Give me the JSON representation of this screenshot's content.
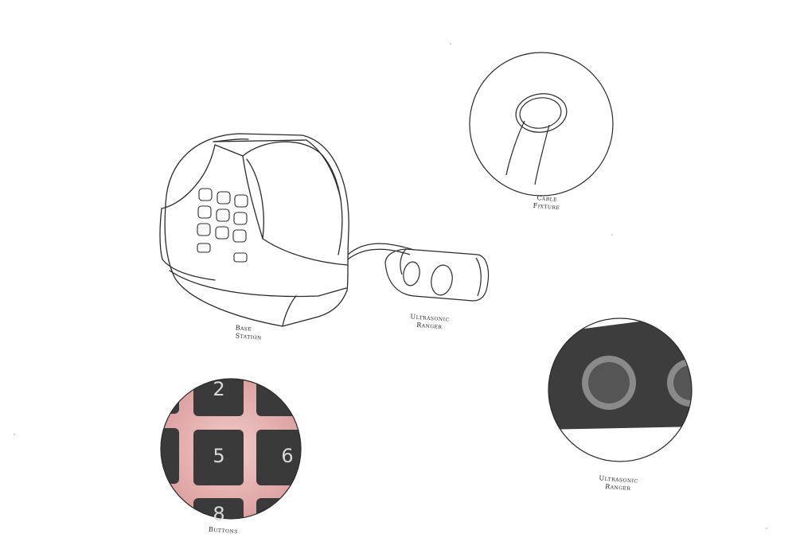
{
  "labels": {
    "base_station_line1": "Base",
    "base_station_line2": "Station",
    "ultrasonic_ranger_line1": "Ultrasonic",
    "ultrasonic_ranger_line2": "Ranger",
    "cable_fixture_line1": "Cable",
    "cable_fixture_line2": "Fixture",
    "buttons": "Buttons",
    "detail_ranger_line1": "Ultrasonic",
    "detail_ranger_line2": "Ranger"
  },
  "keypad_numbers": {
    "top": "2",
    "center": "5",
    "right": "6",
    "bottom": "8"
  },
  "colors": {
    "ink": "#2a2a2a",
    "key_dark": "#3a3a3a",
    "key_glow": "#e7b2b2",
    "ranger_body": "#3d3d3d",
    "ranger_ring": "#8a8a8a"
  }
}
